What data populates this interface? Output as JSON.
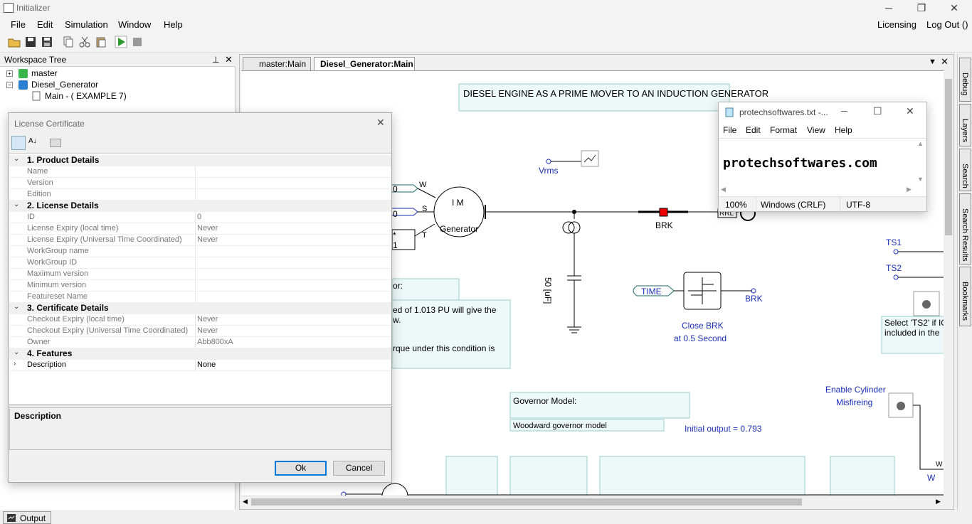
{
  "window": {
    "title": "Initializer"
  },
  "menu": {
    "items": [
      "File",
      "Edit",
      "Simulation",
      "Window",
      "Help"
    ],
    "right": [
      "Licensing",
      "Log Out ()"
    ]
  },
  "workspace": {
    "title": "Workspace Tree",
    "tree": [
      {
        "label": "master"
      },
      {
        "label": "Diesel_Generator"
      },
      {
        "label": "Main - ( EXAMPLE 7)"
      }
    ]
  },
  "tabs": [
    {
      "label": "master:Main"
    },
    {
      "label": "Diesel_Generator:Main"
    }
  ],
  "canvas": {
    "title": "DIESEL ENGINE AS A PRIME MOVER TO AN INDUCTION GENERATOR",
    "vrms": "Vrms",
    "w_label": "W",
    "s_label": "S",
    "t_label": "T",
    "zero1": "0",
    "zero2": "0",
    "star": "*",
    "one": "1",
    "im": "I M",
    "generator": "Generator",
    "brk1": "BRK",
    "rrl": "RRL",
    "cap": "50 [uF]",
    "time": "TIME",
    "brk2": "BRK",
    "close1": "Close BRK",
    "close2": "at 0.5 Second",
    "ts1": "TS1",
    "ts2": "TS2",
    "select1": "Select 'TS2' if IC",
    "select2": "included in the",
    "note_head": "or:",
    "note1": "ed of 1.013 PU will give the",
    "note2": "w.",
    "note3": "rque under this condition is",
    "governor": "Governor Model:",
    "woodward": "Woodward governor model",
    "initial": "Initial output = 0.793",
    "enable1": "Enable Cylinder",
    "enable2": "Misfireing",
    "w_bottom": "W",
    "w_small": "W"
  },
  "license": {
    "title": "License Certificate",
    "sections": [
      {
        "name": "1. Product Details",
        "rows": [
          {
            "k": "Name",
            "v": ""
          },
          {
            "k": "Version",
            "v": ""
          },
          {
            "k": "Edition",
            "v": ""
          }
        ]
      },
      {
        "name": "2. License Details",
        "rows": [
          {
            "k": "ID",
            "v": "0"
          },
          {
            "k": "License Expiry (local time)",
            "v": "Never"
          },
          {
            "k": "License Expiry (Universal Time Coordinated)",
            "v": "Never"
          },
          {
            "k": "WorkGroup name",
            "v": ""
          },
          {
            "k": "WorkGroup ID",
            "v": ""
          },
          {
            "k": "Maximum version",
            "v": ""
          },
          {
            "k": "Minimum version",
            "v": ""
          },
          {
            "k": "Featureset Name",
            "v": ""
          }
        ]
      },
      {
        "name": "3. Certificate Details",
        "rows": [
          {
            "k": "Checkout Expiry (local time)",
            "v": "Never"
          },
          {
            "k": "Checkout Expiry (Universal Time Coordinated)",
            "v": "Never"
          },
          {
            "k": "Owner",
            "v": "Abb800xA"
          }
        ]
      },
      {
        "name": "4. Features",
        "rows": [
          {
            "k": "Description",
            "v": "None"
          }
        ]
      }
    ],
    "desc_label": "Description",
    "ok": "Ok",
    "cancel": "Cancel"
  },
  "notepad": {
    "title": "protechsoftwares.txt -...",
    "menu": [
      "File",
      "Edit",
      "Format",
      "View",
      "Help"
    ],
    "content": "protechsoftwares.com",
    "zoom": "100%",
    "eol": "Windows (CRLF)",
    "encoding": "UTF-8"
  },
  "rightdock": [
    "Debug",
    "Layers",
    "Search",
    "Search Results",
    "Bookmarks"
  ],
  "output": {
    "label": "Output"
  }
}
